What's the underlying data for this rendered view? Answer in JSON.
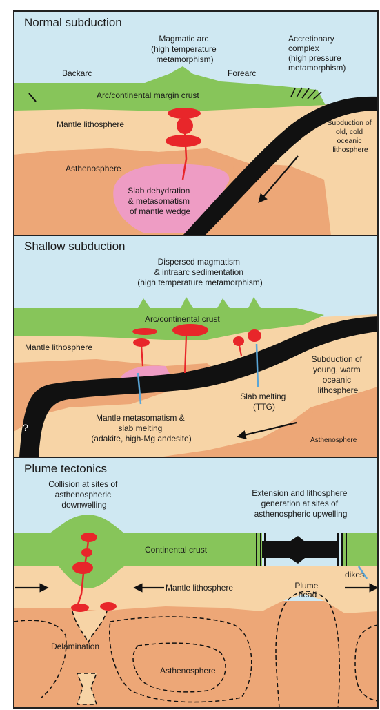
{
  "colors": {
    "sky": "#cfe8f2",
    "crust": "#87c55a",
    "lithosphere": "#f7d4a6",
    "asthenosphere": "#eda777",
    "slab": "#111111",
    "melt": "#e8262a",
    "wedge": "#ee9cc4",
    "slab_melt_conduit": "#5aa6d8",
    "border": "#222222"
  },
  "panel_normal": {
    "title": "Normal subduction",
    "magmatic_arc": [
      "Magmatic arc",
      "(high temperature",
      "metamorphism)"
    ],
    "accretionary": [
      "Accretionary",
      "complex",
      "(high pressure",
      "metamorphism)"
    ],
    "backarc": "Backarc",
    "forearc": "Forearc",
    "crust": "Arc/continental margin crust",
    "mantle": "Mantle lithosphere",
    "asthenosphere": "Asthenosphere",
    "subduction": [
      "Subduction of",
      "old, cold",
      "oceanic",
      "lithosphere"
    ],
    "dehydration": [
      "Slab dehydration",
      "& metasomatism",
      "of mantle wedge"
    ]
  },
  "panel_shallow": {
    "title": "Shallow subduction",
    "dispersed": [
      "Dispersed magmatism",
      "& intraarc sedimentation",
      "(high temperature metamorphism)"
    ],
    "crust": "Arc/continental crust",
    "mantle": "Mantle lithosphere",
    "subduction": [
      "Subduction of",
      "young, warm",
      "oceanic",
      "lithosphere"
    ],
    "slab_melting": [
      "Slab melting",
      "(TTG)"
    ],
    "metasomatism": [
      "Mantle metasomatism &",
      "slab melting",
      "(adakite, high-Mg andesite)"
    ],
    "asthenosphere": "Asthenosphere",
    "question": "?"
  },
  "panel_plume": {
    "title": "Plume tectonics",
    "collision": [
      "Collision at sites of",
      "asthenospheric",
      "downwelling"
    ],
    "extension": [
      "Extension and lithosphere",
      "generation at sites of",
      "asthenospheric upwelling"
    ],
    "crust": "Continental crust",
    "mantle": "Mantle lithosphere",
    "plume_head": [
      "Plume",
      "head"
    ],
    "dikes": "dikes",
    "delamination": "Delamination",
    "asthenosphere": "Asthenosphere"
  }
}
